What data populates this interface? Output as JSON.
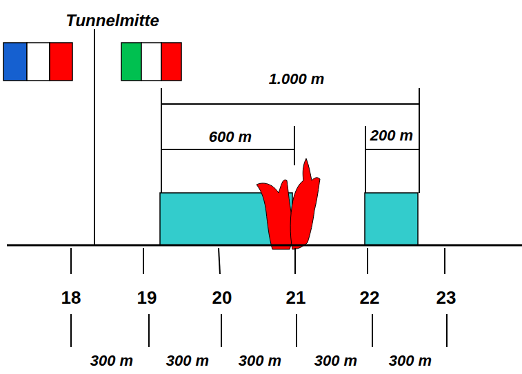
{
  "diagram": {
    "labels": [
      "Tunnelmitte",
      "1.000 m",
      "600 m",
      "200 m",
      "18",
      "19",
      "20",
      "21",
      "22",
      "23",
      "300 m",
      "300 m",
      "300 m",
      "300 m",
      "300 m"
    ]
  }
}
